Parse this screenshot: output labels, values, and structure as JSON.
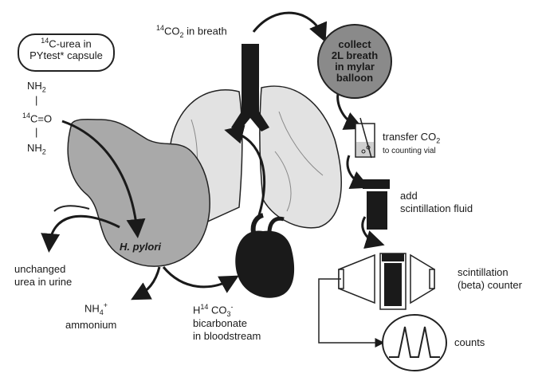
{
  "capsule": {
    "line1": "C-urea in",
    "line1_sup": "14",
    "line2": "PYtest* capsule"
  },
  "urea": {
    "nh2_top": "NH",
    "nh2_sub": "2",
    "carbon": "C=O",
    "carbon_sup": "14",
    "nh2_bottom": "NH",
    "nh2_bottom_sub": "2"
  },
  "breath": {
    "prefix_sup": "14",
    "text_co": "CO",
    "sub": "2",
    "text_rest": " in breath"
  },
  "balloon": {
    "line1": "collect",
    "line2": "2L breath",
    "line3": "in mylar",
    "line4": "balloon"
  },
  "transfer": {
    "line1": "transfer CO",
    "line1_sub": "2",
    "line2": "to counting vial"
  },
  "scint_fluid": {
    "line1": "add",
    "line2": "scintillation fluid"
  },
  "counter": {
    "line1": "scintillation",
    "line2": "(beta) counter"
  },
  "counts": {
    "label": "counts"
  },
  "h_pylori": {
    "label": "H. pylori"
  },
  "unchanged": {
    "line1": "unchanged",
    "line2": "urea in urine"
  },
  "ammonium": {
    "formula": "NH",
    "sub": "4",
    "sup": "+",
    "label": "ammonium"
  },
  "bicarb": {
    "formula_h": "H",
    "sup14": "14",
    "formula_co": " CO",
    "sub": "3",
    "sup": "-",
    "line2": "bicarbonate",
    "line3": "in bloodstream"
  },
  "colors": {
    "stomach": "#a9a9a9",
    "lung": "#e2e2e2",
    "dark": "#1a1a1a",
    "balloon": "#8a8a8a"
  }
}
